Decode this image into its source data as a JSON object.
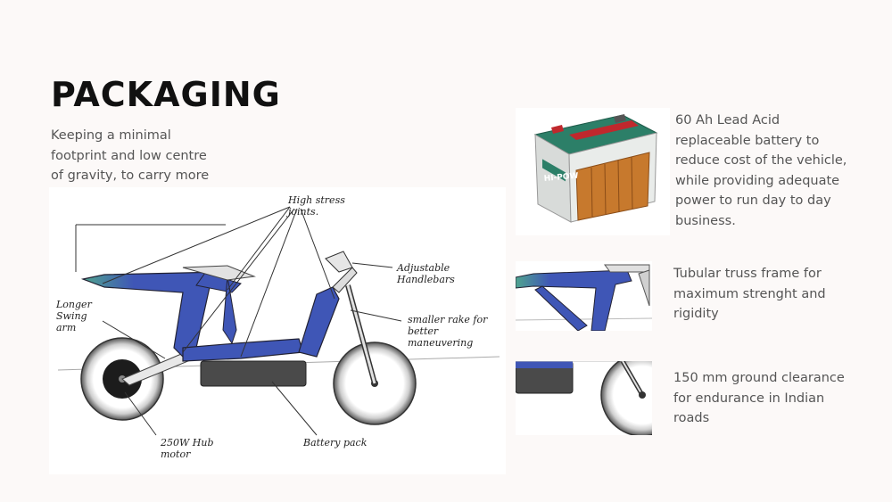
{
  "slide": {
    "title": "PACKAGING",
    "intro": "Keeping a minimal footprint and low centre of gravity, to carry more load and accessories."
  },
  "sketch": {
    "annotations": {
      "high_stress": "High stress joints.",
      "handlebar": "Adjustable Handlebars",
      "swingarm": "Longer Swing arm",
      "rake": "smaller rake for better maneuvering",
      "hub_motor": "250W Hub motor",
      "battery_pack": "Battery pack"
    }
  },
  "battery_label": "HI-POW",
  "features": [
    {
      "text": "60 Ah Lead Acid replaceable battery to reduce cost of the vehicle, while providing adequate power to run day to day business."
    },
    {
      "text": "Tubular truss frame for maximum strenght and rigidity"
    },
    {
      "text": "150 mm ground clearance for endurance in Indian roads"
    }
  ],
  "colors": {
    "frame_blue": "#3f56b6",
    "frame_teal": "#4fa48f",
    "battery_gray": "#4a4a4a"
  }
}
